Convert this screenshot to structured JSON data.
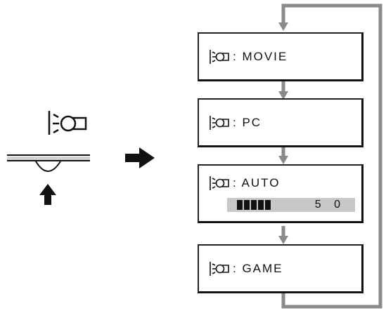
{
  "left_panel": {
    "icons": [
      "picture-mode-icon",
      "up-arrow-icon",
      "right-arrow-icon"
    ]
  },
  "modes": [
    {
      "label": ": MOVIE",
      "icon": "picture-mode-icon"
    },
    {
      "label": ": PC",
      "icon": "picture-mode-icon"
    },
    {
      "label": ": AUTO",
      "icon": "picture-mode-icon",
      "level_value": "5 0",
      "level_fraction": 0.5
    },
    {
      "label": ": GAME",
      "icon": "picture-mode-icon"
    }
  ],
  "colors": {
    "connector": "#8a8a8a",
    "box_border": "#111111",
    "level_bar": "#c8c8c8",
    "level_fill": "#111111"
  }
}
